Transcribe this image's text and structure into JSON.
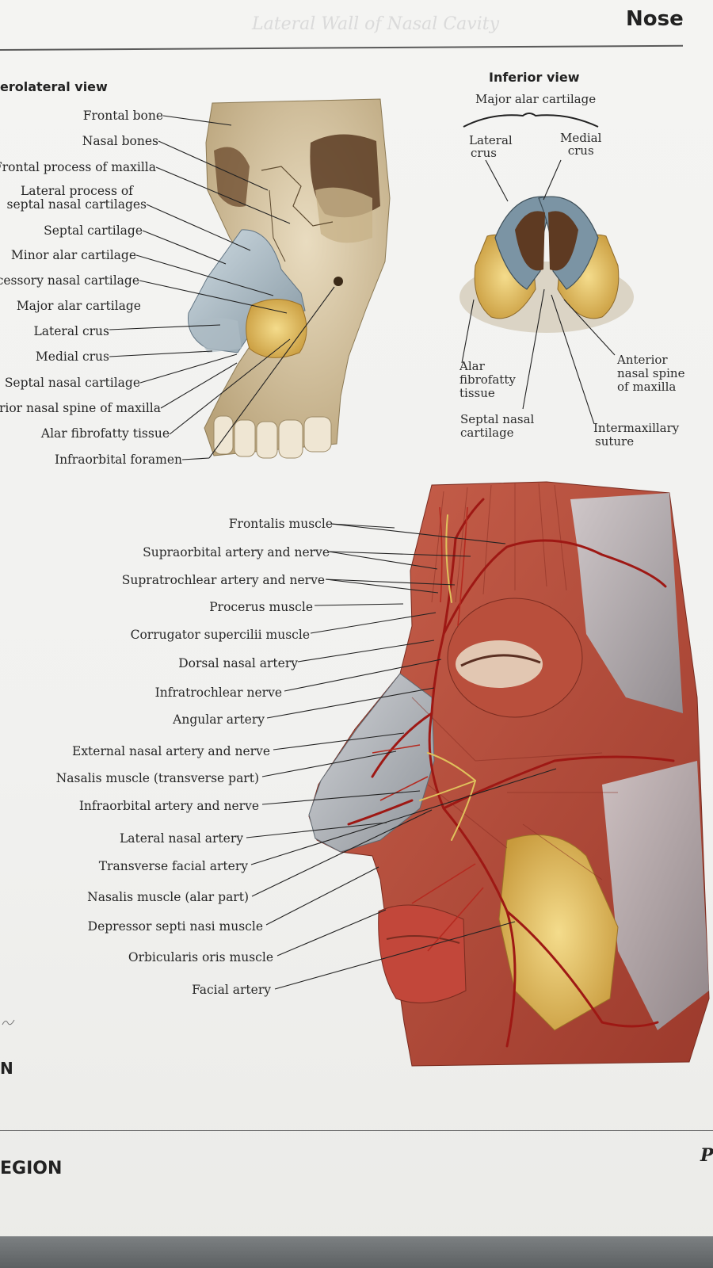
{
  "header": {
    "title": "Nose",
    "ghost_title": "Lateral Wall of Nasal Cavity",
    "section_left": "erolateral view"
  },
  "inferior": {
    "title": "Inferior view",
    "subtitle": "Major alar cartilage",
    "lateral_crus": [
      "Lateral",
      "crus"
    ],
    "medial_crus": [
      "Medial",
      "crus"
    ],
    "alar_fibrofatty": [
      "Alar",
      "fibrofatty",
      "tissue"
    ],
    "septal_nasal": [
      "Septal nasal",
      "cartilage"
    ],
    "anterior_spine": [
      "Anterior",
      "nasal spine",
      "of maxilla"
    ],
    "intermaxillary": [
      "Intermaxillary",
      "suture"
    ]
  },
  "skull_labels": [
    "Frontal bone",
    "Nasal bones",
    "Frontal process of maxilla",
    "Lateral process of",
    "septal nasal cartilages",
    "Septal cartilage",
    "Minor alar cartilage",
    "ccessory nasal cartilage",
    "Major alar cartilage",
    "Lateral crus",
    "Medial crus",
    "Septal nasal cartilage",
    "terior nasal spine of maxilla",
    "Alar fibrofatty tissue",
    "Infraorbital foramen"
  ],
  "face_labels": [
    "Frontalis muscle",
    "Supraorbital artery and nerve",
    "Supratrochlear artery and nerve",
    "Procerus muscle",
    "Corrugator supercilii muscle",
    "Dorsal nasal artery",
    "Infratrochlear nerve",
    "Angular artery",
    "External nasal artery and nerve",
    "Nasalis muscle (transverse part)",
    "Infraorbital artery and nerve",
    "Lateral nasal artery",
    "Transverse facial artery",
    "Nasalis muscle (alar part)",
    "Depressor septi nasi muscle",
    "Orbicularis oris muscle",
    "Facial artery"
  ],
  "footer": {
    "region": "EGION",
    "page_letter": "P",
    "margin_mark": "N"
  },
  "colors": {
    "bone": "#d9c6a0",
    "cartilage": "#b4c3cc",
    "fat": "#e8c468",
    "muscle": "#b84a3a",
    "artery": "#a51d1a"
  }
}
